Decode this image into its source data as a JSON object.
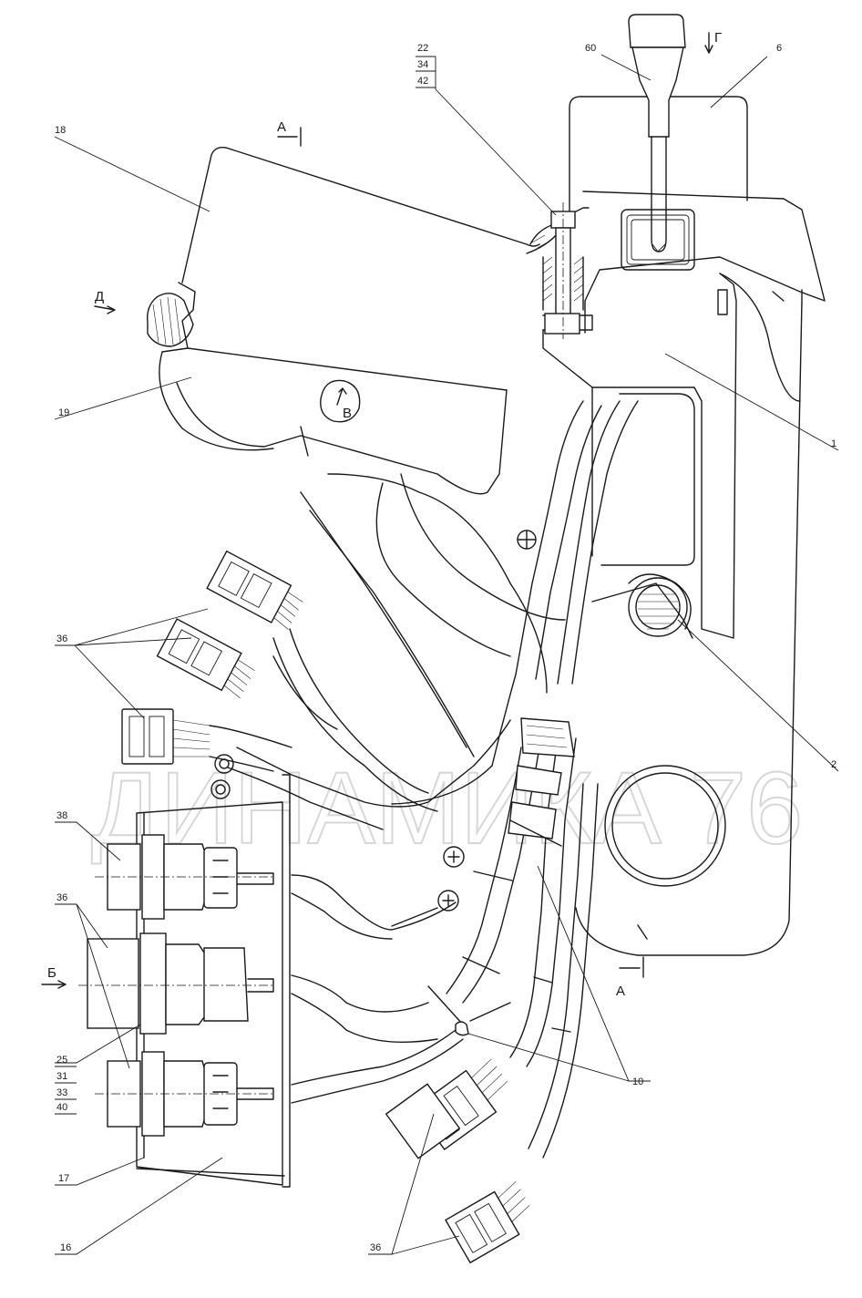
{
  "watermark": "ДИНАМИКА 76",
  "views": {
    "a_top": "А",
    "a_bottom": "А",
    "g": "Г",
    "d": "Д",
    "v": "В",
    "b": "Б"
  },
  "callouts": {
    "c22": "22",
    "c34": "34",
    "c42": "42",
    "c60": "60",
    "c6": "6",
    "c18": "18",
    "c19": "19",
    "c1": "1",
    "c2": "2",
    "c36a": "36",
    "c38": "38",
    "c36b": "36",
    "c25": "25",
    "c31": "31",
    "c33": "33",
    "c40": "40",
    "c17": "17",
    "c16": "16",
    "c10": "10",
    "c36c": "36"
  }
}
